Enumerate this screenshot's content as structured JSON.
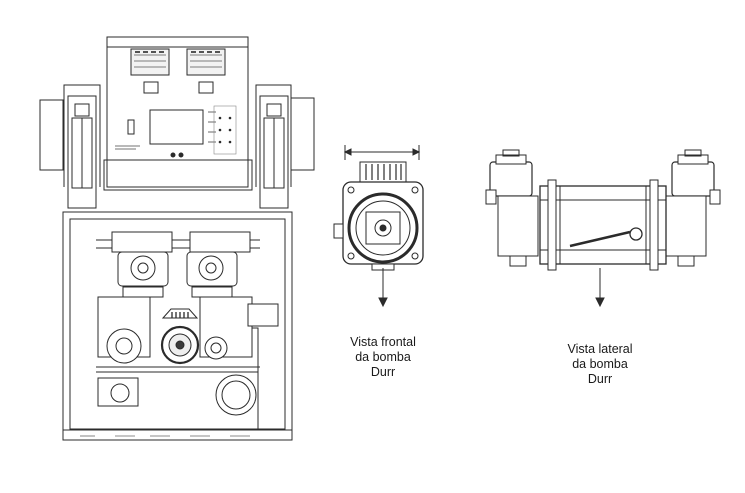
{
  "captions": {
    "front": [
      "Vista frontal",
      "da bomba",
      "Durr"
    ],
    "side": [
      "Vista lateral",
      "da bomba",
      "Durr"
    ]
  },
  "colors": {
    "line": "#2b2b2b",
    "fill": "#ffffff",
    "shade": "#e6e6e6",
    "dark": "#3a3a3a"
  }
}
